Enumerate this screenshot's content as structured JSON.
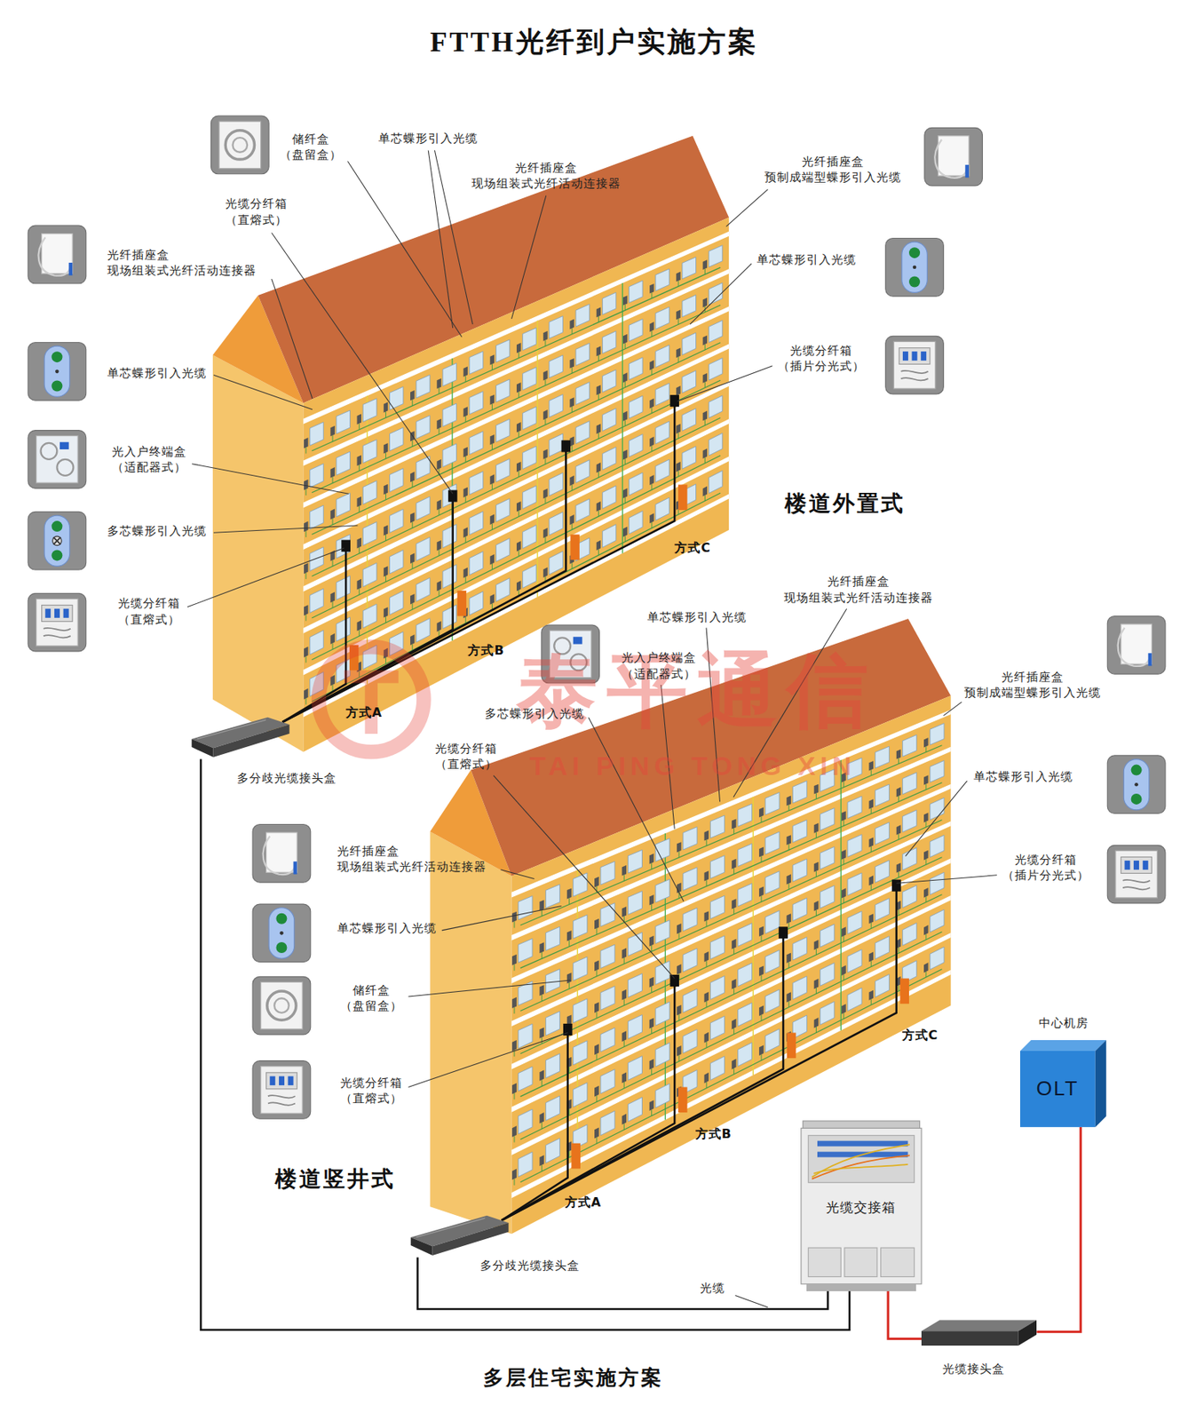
{
  "diagram": {
    "title": "FTTH光纤到户实施方案",
    "caption": "多层住宅实施方案",
    "nodes": [
      {
        "text": [
          "多分歧光缆接头盒"
        ]
      },
      {
        "text": [
          "中心机房",
          "OLT"
        ]
      },
      {
        "text": [
          "光缆交接箱"
        ]
      },
      {
        "text": [
          "多分歧光缆接头盒"
        ]
      },
      {
        "text": [
          "光缆接头盒"
        ]
      }
    ],
    "edges": [
      {
        "from": 1,
        "to": 4,
        "arrow": "none"
      },
      {
        "from": 4,
        "to": 2,
        "arrow": "none"
      },
      {
        "from": 2,
        "to": 3,
        "label": "光缆",
        "arrow": "none"
      },
      {
        "from": 2,
        "to": 0,
        "arrow": "none"
      }
    ],
    "labels": [
      "储纤盒 （盘留盒）",
      "单芯蝶形引入光缆",
      "光纤插座盒 现场组装式光纤活动连接器",
      "光缆分纤箱 （直熔式）",
      "光纤插座盒 预制成端型蝶形引入光缆",
      "光纤插座盒 现场组装式光纤活动连接器",
      "单芯蝶形引入光缆",
      "单芯蝶形引入光缆",
      "光缆分纤箱 （插片分光式）",
      "光入户终端盒 （适配器式）",
      "楼道外置式",
      "多芯蝶形引入光缆",
      "光缆分纤箱 （直熔式）",
      "方式C",
      "方式B",
      "方式A",
      "光纤插座盒 现场组装式光纤活动连接器",
      "单芯蝶形引入光缆",
      "光入户终端盒 （适配器式）",
      "光纤插座盒 预制成端型蝶形引入光缆",
      "泰平通信",
      "多芯蝶形引入光缆",
      "光缆分纤箱 （直熔式）",
      "TAI PING TONG XIN",
      "单芯蝶形引入光缆",
      "光纤插座盒 现场组装式光纤活动连接器",
      "光缆分纤箱 （插片分光式）",
      "单芯蝶形引入光缆",
      "储纤盒 （盘留盒）",
      "方式C",
      "光缆分纤箱 （直熔式）",
      "方式B",
      "楼道竖井式",
      "方式A"
    ]
  }
}
